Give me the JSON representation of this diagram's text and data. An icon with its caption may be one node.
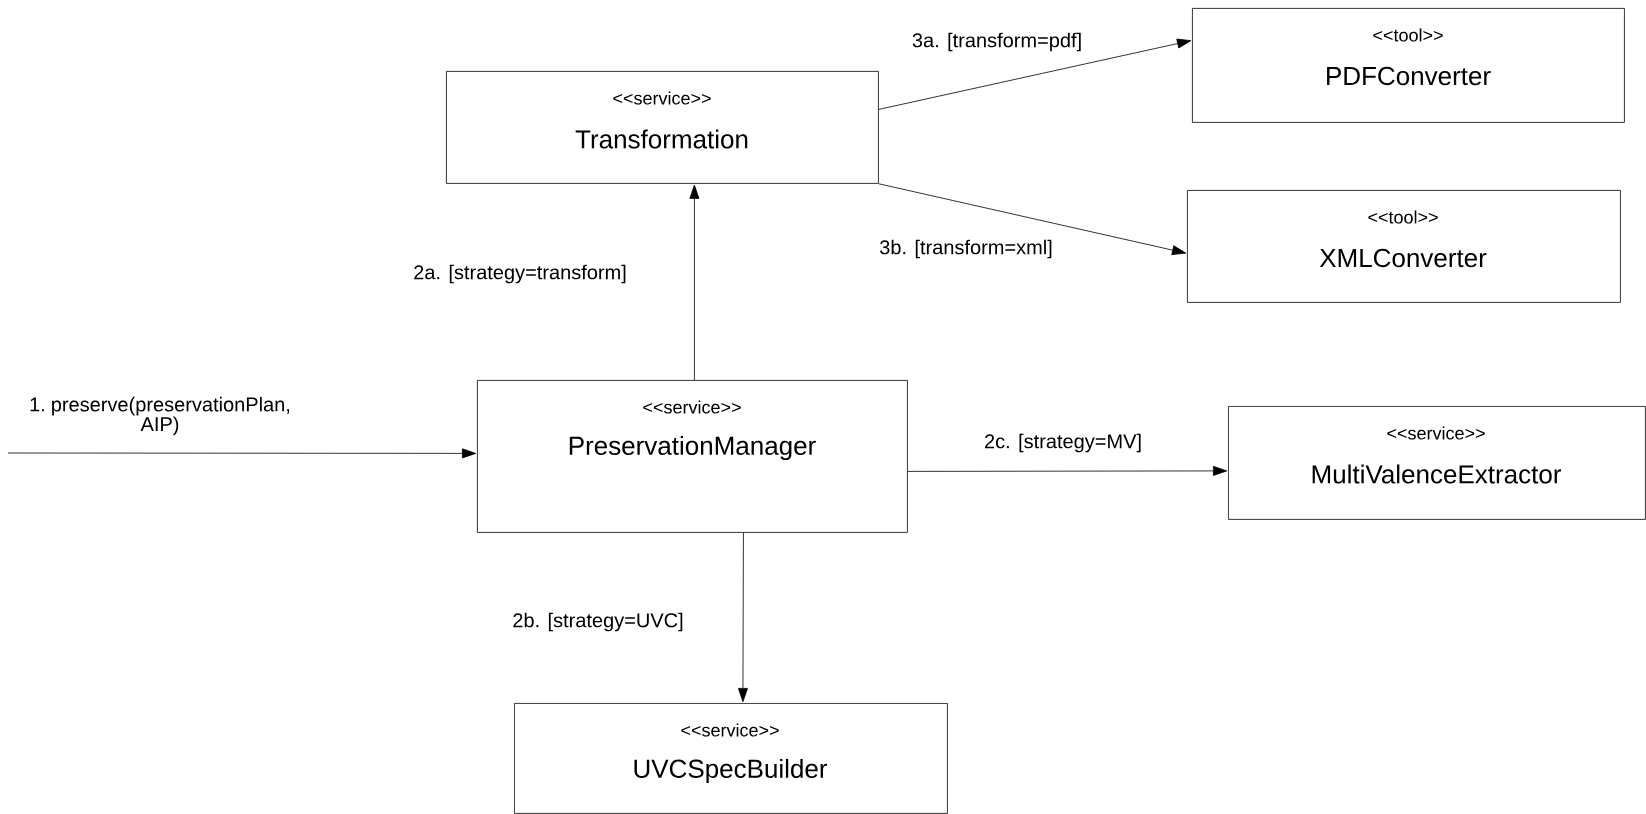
{
  "diagram": {
    "nodes": [
      {
        "text": [
          "<<service>>",
          "Transformation"
        ]
      },
      {
        "text": [
          "<<tool>>",
          "PDFConverter"
        ]
      },
      {
        "text": [
          "<<tool>>",
          "XMLConverter"
        ]
      },
      {
        "text": [
          "<<service>>",
          "PreservationManager"
        ]
      },
      {
        "text": [
          "<<service>>",
          "MultiValenceExtractor"
        ]
      },
      {
        "text": [
          "<<service>>",
          "UVCSpecBuilder"
        ]
      }
    ],
    "edges": [
      {
        "from": null,
        "to": 3,
        "arrow": "to",
        "label": "1. preserve(preservationPlan, AIP)"
      },
      {
        "from": 3,
        "to": 0,
        "arrow": "to",
        "label": "2a. [strategy=transform]"
      },
      {
        "from": 3,
        "to": 5,
        "arrow": "to",
        "label": "2b. [strategy=UVC]"
      },
      {
        "from": 3,
        "to": 4,
        "arrow": "to",
        "label": "2c. [strategy=MV]"
      },
      {
        "from": 0,
        "to": 1,
        "arrow": "to",
        "label": "3a. [transform=pdf]"
      },
      {
        "from": 0,
        "to": 2,
        "arrow": "to",
        "label": "3b. [transform=xml]"
      }
    ]
  }
}
